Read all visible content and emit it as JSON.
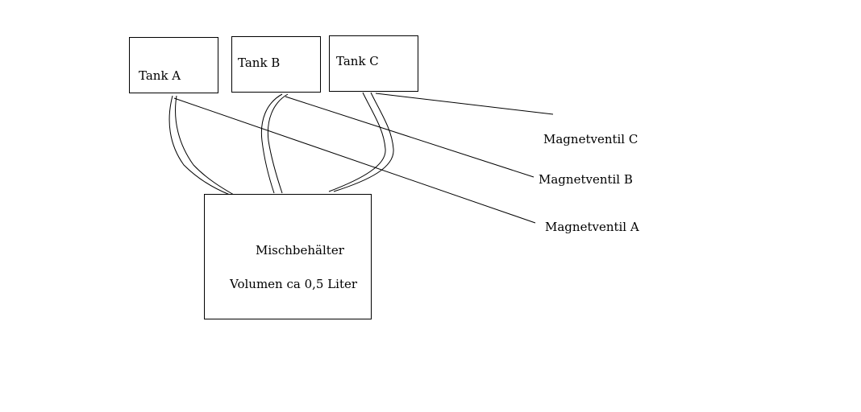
{
  "tanks": {
    "a": {
      "label": "Tank A"
    },
    "b": {
      "label": "Tank B"
    },
    "c": {
      "label": "Tank C"
    }
  },
  "mixer": {
    "title": "Mischbehälter",
    "volume": "Volumen ca 0,5 Liter"
  },
  "valves": {
    "a": "Magnetventil A",
    "b": "Magnetventil B",
    "c": "Magnetventil C"
  },
  "colors": {
    "line": "#000000",
    "background": "#ffffff"
  }
}
